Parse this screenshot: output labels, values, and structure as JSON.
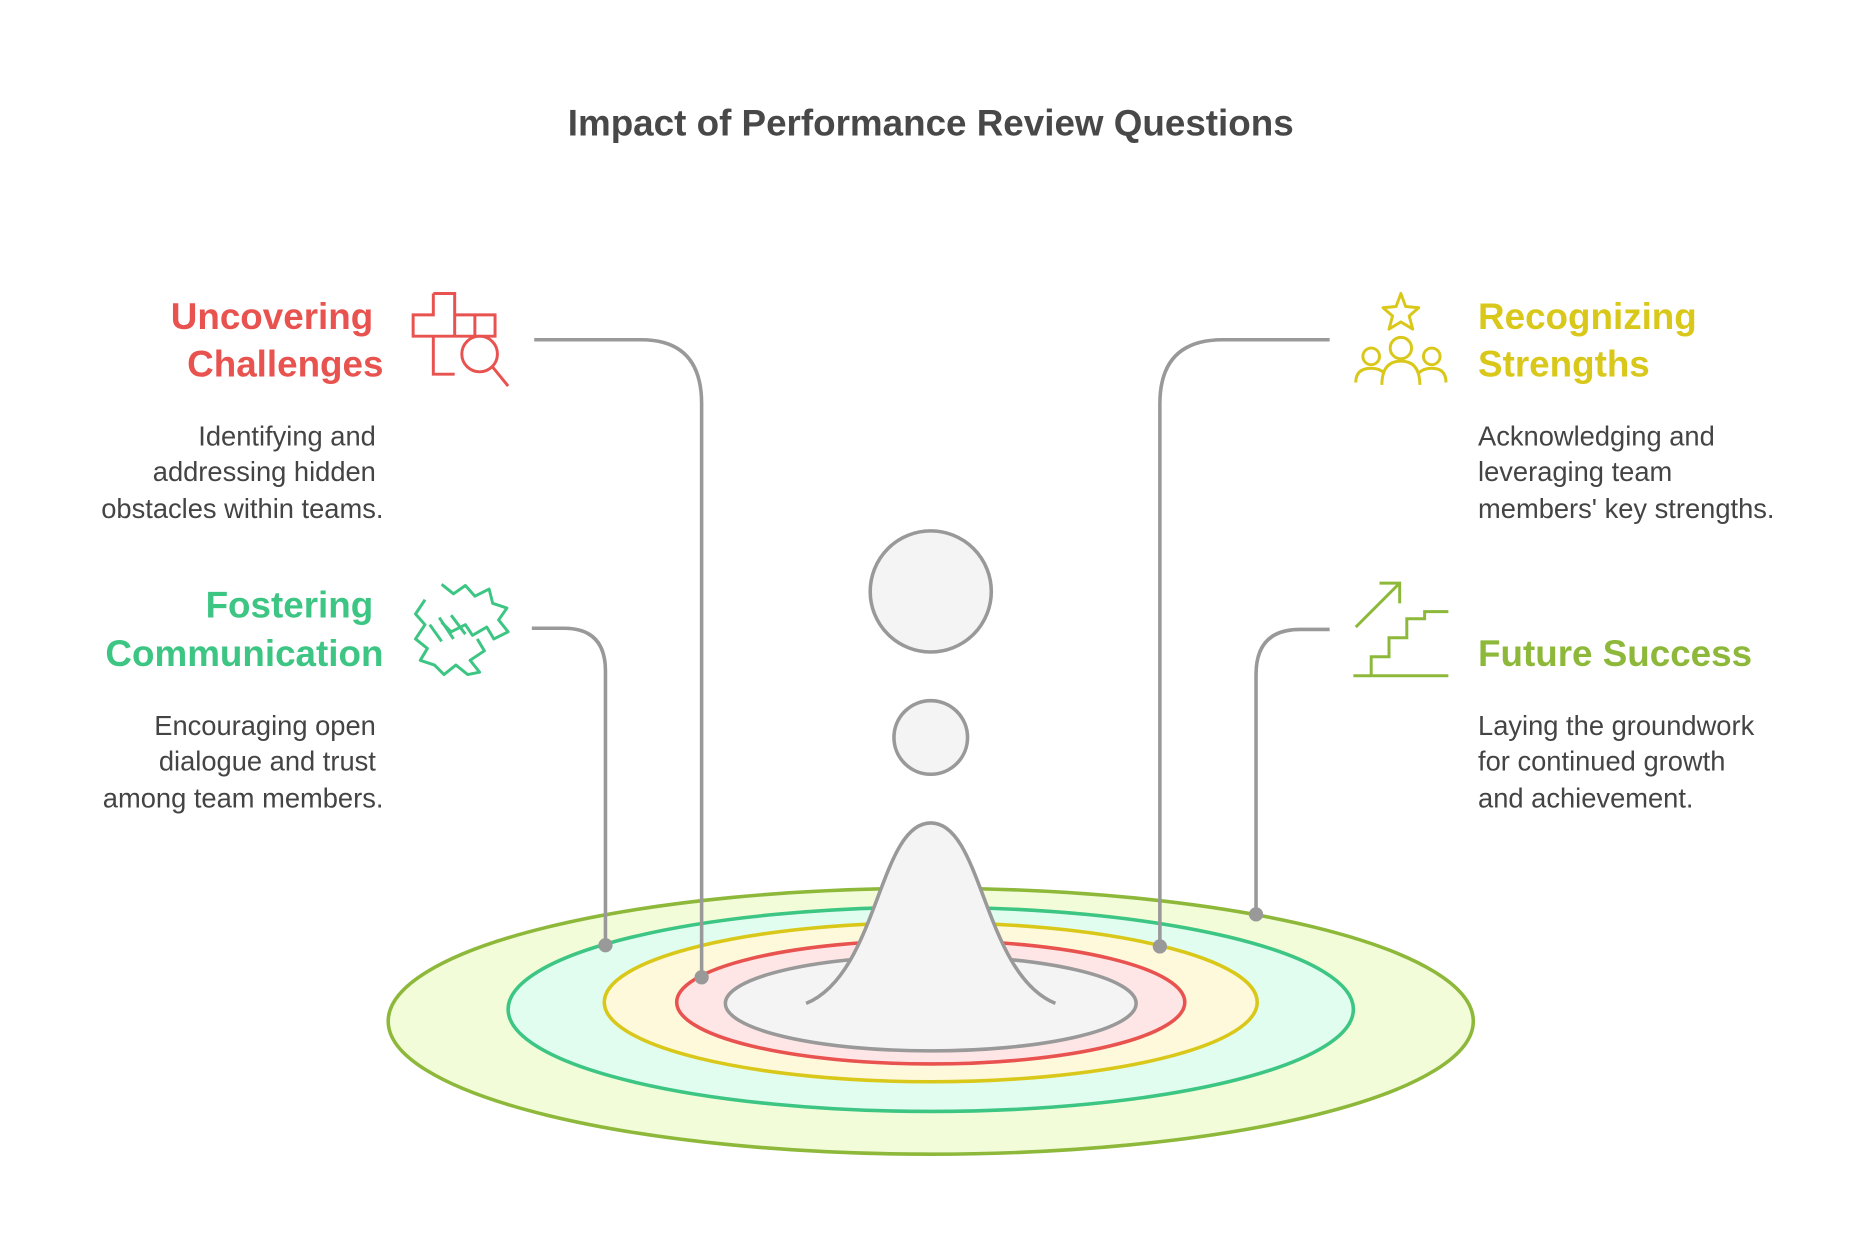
{
  "title": "Impact of Performance Review Questions",
  "items": [
    {
      "heading_lines": [
        "Uncovering",
        "Challenges"
      ],
      "description_lines": [
        "Identifying and",
        "addressing hidden",
        "obstacles within teams."
      ],
      "color": "#e8524f",
      "icon": "puzzle-search-icon"
    },
    {
      "heading_lines": [
        "Fostering",
        "Communication"
      ],
      "description_lines": [
        "Encouraging open",
        "dialogue and trust",
        "among team members."
      ],
      "color": "#3cc583",
      "icon": "handshake-icon"
    },
    {
      "heading_lines": [
        "Recognizing",
        "Strengths"
      ],
      "description_lines": [
        "Acknowledging and",
        "leveraging team",
        "members' key strengths."
      ],
      "color": "#d9c81a",
      "icon": "team-star-icon"
    },
    {
      "heading_lines": [
        "Future Success"
      ],
      "description_lines": [
        "Laying the groundwork",
        "for continued growth",
        "and achievement."
      ],
      "color": "#8db83a",
      "icon": "stairs-arrow-icon"
    }
  ]
}
